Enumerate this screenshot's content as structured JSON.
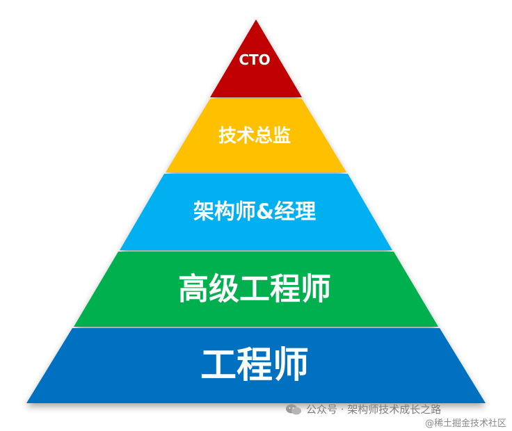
{
  "diagram": {
    "type": "pyramid",
    "tiers": [
      {
        "label": "CTO",
        "color": "#c00000"
      },
      {
        "label": "技术总监",
        "color": "#ffc000"
      },
      {
        "label": "架构师&经理",
        "color": "#00b0f0"
      },
      {
        "label": "高级工程师",
        "color": "#00b050"
      },
      {
        "label": "工程师",
        "color": "#0070c0"
      }
    ]
  },
  "watermark": {
    "line1": "公众号 · 架构师技术成长之路",
    "line2": "@稀土掘金技术社区",
    "icon": "wechat-icon"
  }
}
